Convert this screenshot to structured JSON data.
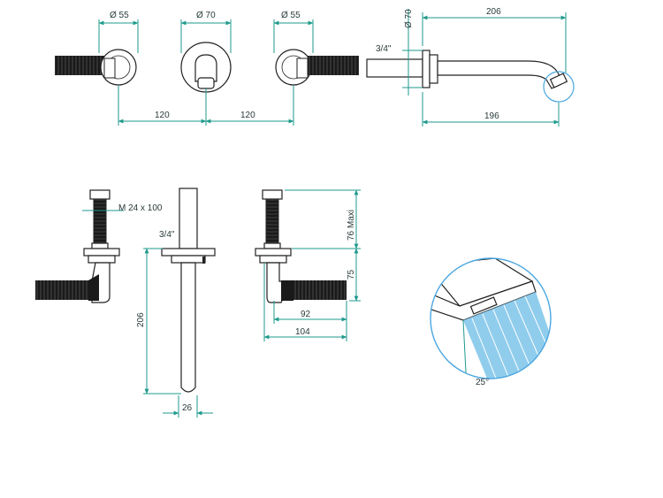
{
  "colors": {
    "dimension": "#1e9a8c",
    "outline": "#222222",
    "handle": "#1a1a1a",
    "water": "#7cc4ea",
    "detail_circle": "#4aa6e0"
  },
  "top_view": {
    "left_diameter": "Ø 55",
    "center_diameter": "Ø 70",
    "right_diameter": "Ø 55",
    "spacing_left": "120",
    "spacing_right": "120"
  },
  "side_view": {
    "diameter": "Ø 70",
    "thread": "3/4\"",
    "total_length": "206",
    "projection": "196"
  },
  "valve_view": {
    "thread_label": "M 24 x 100"
  },
  "spout_view": {
    "thread": "3/4\"",
    "height": "206",
    "width": "26"
  },
  "valve_side_view": {
    "max_height": "76 Maxi",
    "height": "75",
    "depth_inner": "92",
    "depth_outer": "104"
  },
  "detail": {
    "angle": "25°"
  }
}
